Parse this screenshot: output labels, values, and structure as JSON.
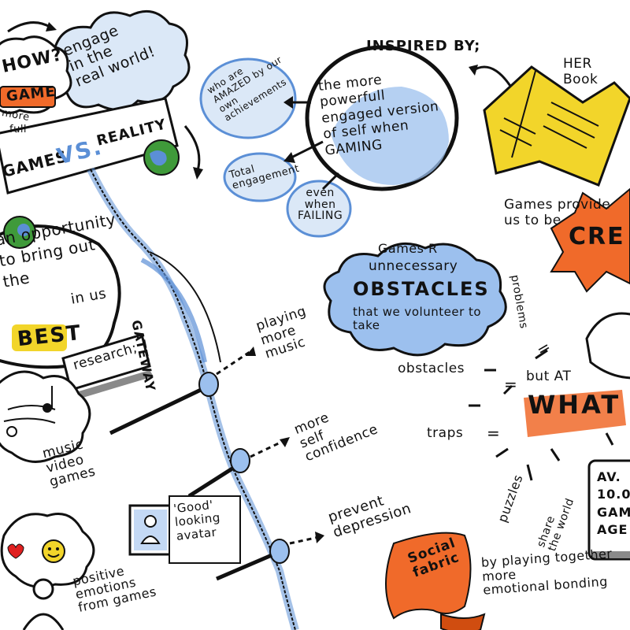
{
  "colors": {
    "ink": "#111111",
    "blue": "#5b8fd6",
    "blue_light": "#9cc0ee",
    "yellow": "#f2d52a",
    "orange": "#f06a2a",
    "orange_dark": "#d04d10",
    "green": "#3f9a3a",
    "grey": "#8a8a8a",
    "red": "#e02020"
  },
  "top_left": {
    "how": "HOW?",
    "game": "GAME",
    "more": "more",
    "full": "full",
    "engage": "engage\nin the\nreal world!"
  },
  "banner": {
    "games": "GAMES",
    "vs": "VS.",
    "reality": "REALITY"
  },
  "inspired": {
    "title": "INSPIRED BY;",
    "center": "the more\npowerfull\nengaged version\nof self when\nGAMING",
    "amazed": "who are\nAMAZED by our\nown\nachievements",
    "total": "Total\nengagement",
    "failing": "even\nwhen\nFAILING"
  },
  "book": {
    "label": "HER\nBook"
  },
  "provide": {
    "text": "Games provide\nus to be",
    "cre": "CRE"
  },
  "left_bubble": {
    "text": "an opportunity\nto bring out\nthe",
    "best": "BEST",
    "inus": "in us",
    "research": "research;"
  },
  "gateway": {
    "label": "GATEWAY"
  },
  "obstacles": {
    "games_r": "Games R",
    "unnecessary": "unnecessary",
    "big": "OBSTACLES",
    "volunteer": "that we volunteer to\ntake",
    "problems": "problems",
    "obstacles_small": "obstacles",
    "but_at": "but AT",
    "what": "WHAT",
    "traps": "traps",
    "puzzles": "puzzles",
    "share": "share\nthe world",
    "eq1": "=",
    "eq2": "=",
    "eq3": "="
  },
  "outcomes": {
    "music": "playing\nmore\nmusic",
    "confidence": "more\nself\nconfidence",
    "depression": "prevent\ndepression"
  },
  "lower_left": {
    "music_games": "music\nvideo\ngames",
    "avatar": "'Good'\nlooking\navatar",
    "emotions": "positive\nemotions\nfrom games"
  },
  "social": {
    "fabric": "Social\nfabric",
    "playing": "by playing together\nmore\nemotional bonding"
  },
  "stats": {
    "text": "AV.\n10.0\nGAM\nAGE"
  }
}
